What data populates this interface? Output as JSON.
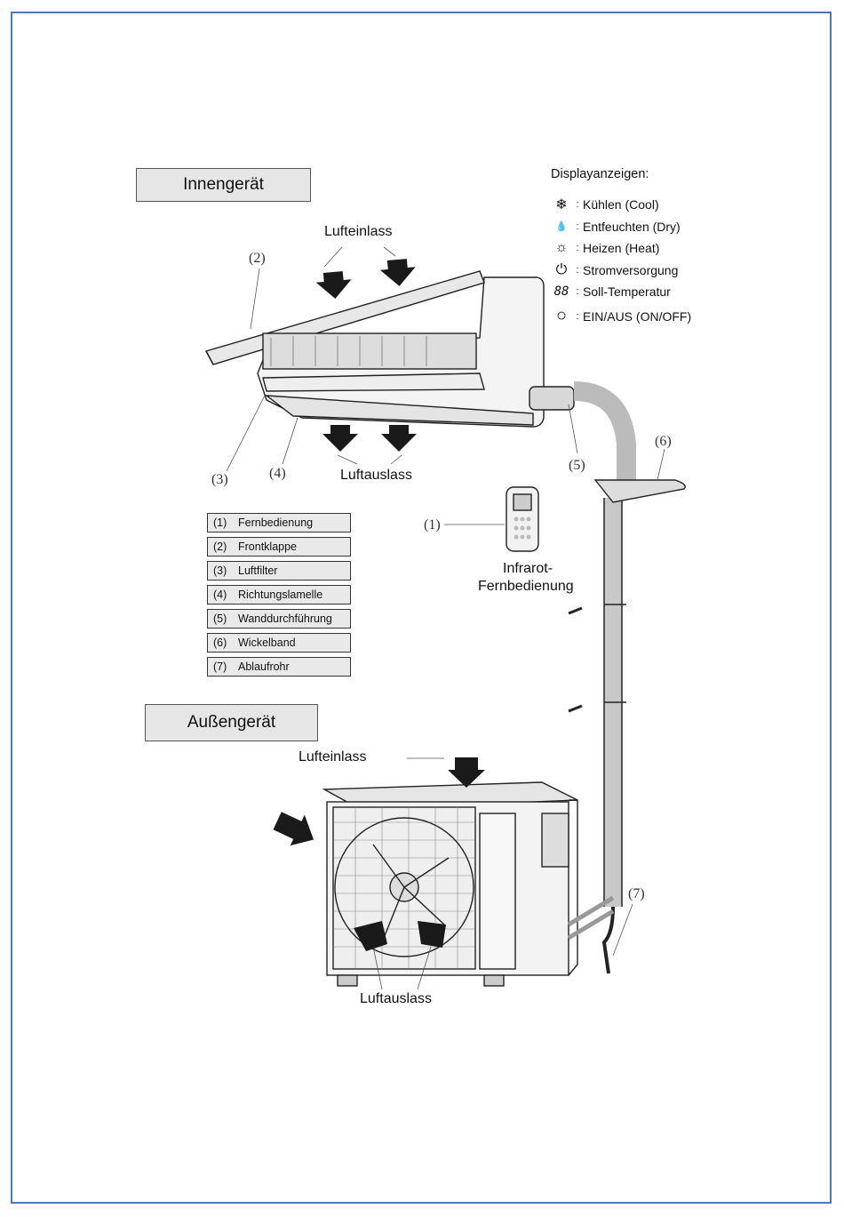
{
  "indoor": {
    "title": "Innengerät",
    "air_inlet": "Lufteinlass",
    "air_outlet": "Luftauslass"
  },
  "outdoor": {
    "title": "Außengerät",
    "air_inlet": "Lufteinlass",
    "air_outlet": "Luftauslass"
  },
  "callouts": {
    "n1": "(1)",
    "n2": "(2)",
    "n3": "(3)",
    "n4": "(4)",
    "n5": "(5)",
    "n6": "(6)",
    "n7": "(7)"
  },
  "remote": {
    "line1": "Infrarot-",
    "line2": "Fernbedienung"
  },
  "legend": [
    {
      "num": "(1)",
      "label": "Fernbedienung"
    },
    {
      "num": "(2)",
      "label": "Frontklappe"
    },
    {
      "num": "(3)",
      "label": "Luftfilter"
    },
    {
      "num": "(4)",
      "label": "Richtungslamelle"
    },
    {
      "num": "(5)",
      "label": "Wanddurchführung"
    },
    {
      "num": "(6)",
      "label": "Wickelband"
    },
    {
      "num": "(7)",
      "label": "Ablaufrohr"
    }
  ],
  "display": {
    "title": "Displayanzeigen:",
    "items": [
      {
        "icon": "snowflake-icon",
        "glyph": "❄",
        "label": "Kühlen (Cool)"
      },
      {
        "icon": "droplets-icon",
        "glyph": "💧",
        "label": "Entfeuchten (Dry)"
      },
      {
        "icon": "sun-icon",
        "glyph": "☼",
        "label": "Heizen (Heat)"
      },
      {
        "icon": "power-icon",
        "glyph": "⏻",
        "label": "Stromversorgung"
      },
      {
        "icon": "segment-display-icon",
        "glyph": "88",
        "label": "Soll-Temperatur"
      },
      {
        "icon": "circle-icon",
        "glyph": "○",
        "label": "EIN/AUS (ON/OFF)"
      }
    ]
  },
  "colors": {
    "frame": "#4a78c2",
    "label_box": "#e6e6e6"
  }
}
